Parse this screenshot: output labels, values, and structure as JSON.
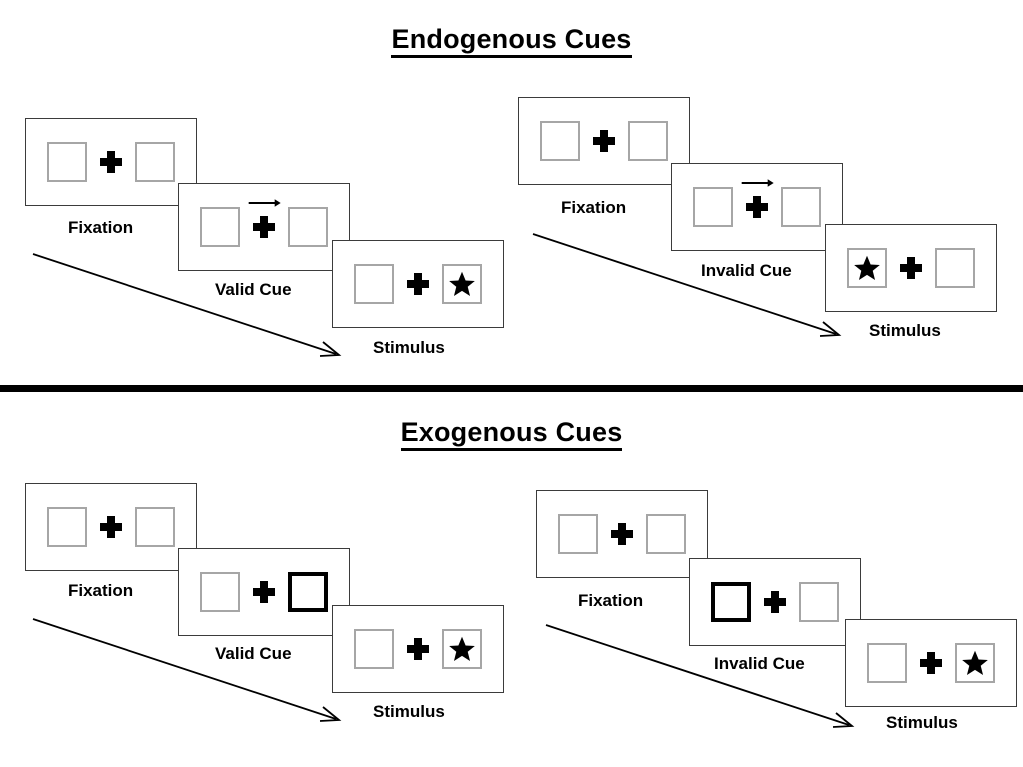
{
  "sections": [
    {
      "id": "endogenous",
      "title": "Endogenous Cues",
      "groups": [
        {
          "id": "endogenous-valid",
          "panels": [
            {
              "caption": "Fixation",
              "cue": "none",
              "left_box": "empty",
              "right_box": "empty"
            },
            {
              "caption": "Valid Cue",
              "cue": "arrow-right",
              "left_box": "empty",
              "right_box": "empty"
            },
            {
              "caption": "Stimulus",
              "cue": "none",
              "left_box": "empty",
              "right_box": "star"
            }
          ]
        },
        {
          "id": "endogenous-invalid",
          "panels": [
            {
              "caption": "Fixation",
              "cue": "none",
              "left_box": "empty",
              "right_box": "empty"
            },
            {
              "caption": "Invalid Cue",
              "cue": "arrow-right",
              "left_box": "empty",
              "right_box": "empty"
            },
            {
              "caption": "Stimulus",
              "cue": "none",
              "left_box": "star",
              "right_box": "empty"
            }
          ]
        }
      ]
    },
    {
      "id": "exogenous",
      "title": "Exogenous Cues",
      "groups": [
        {
          "id": "exogenous-valid",
          "panels": [
            {
              "caption": "Fixation",
              "cue": "none",
              "left_box": "empty",
              "right_box": "empty"
            },
            {
              "caption": "Valid Cue",
              "cue": "none",
              "left_box": "empty",
              "right_box": "cued"
            },
            {
              "caption": "Stimulus",
              "cue": "none",
              "left_box": "empty",
              "right_box": "star"
            }
          ]
        },
        {
          "id": "exogenous-invalid",
          "panels": [
            {
              "caption": "Fixation",
              "cue": "none",
              "left_box": "empty",
              "right_box": "empty"
            },
            {
              "caption": "Invalid Cue",
              "cue": "none",
              "left_box": "cued",
              "right_box": "empty"
            },
            {
              "caption": "Stimulus",
              "cue": "none",
              "left_box": "empty",
              "right_box": "star"
            }
          ]
        }
      ]
    }
  ],
  "icons": {
    "fixation_cross": "plus-icon",
    "cue_arrow": "arrow-right-icon",
    "target": "star-icon",
    "time_flow": "time-flow-arrow-icon"
  },
  "colors": {
    "box_border": "#a6a6a6",
    "cued_box_border": "#000000",
    "panel_border": "#3b3b3b",
    "ink": "#000000",
    "background": "#ffffff"
  }
}
